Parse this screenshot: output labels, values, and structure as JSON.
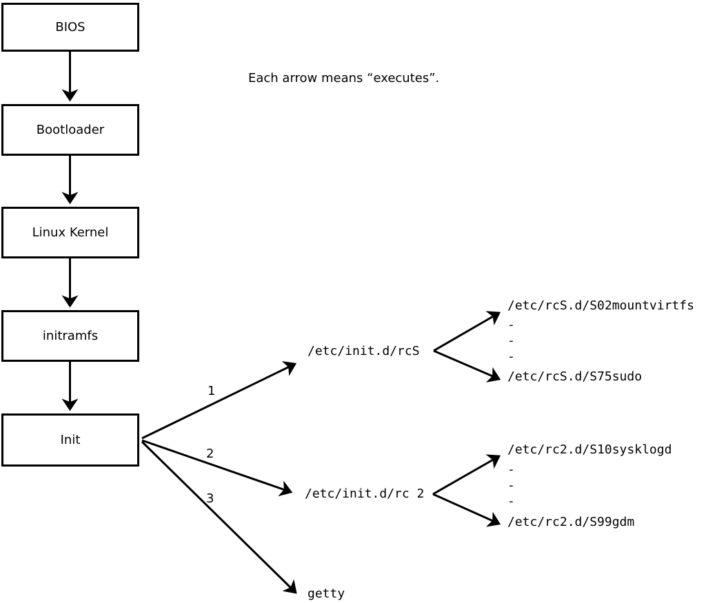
{
  "caption": "Each arrow means “executes”.",
  "colors": {
    "ink": "#000000",
    "paper": "#ffffff"
  },
  "nodes": [
    {
      "label": "BIOS"
    },
    {
      "label": "Bootloader"
    },
    {
      "label": "Linux Kernel"
    },
    {
      "label": "initramfs"
    },
    {
      "label": "Init"
    }
  ],
  "init_edges": [
    {
      "label": "1",
      "target": "/etc/init.d/rcS"
    },
    {
      "label": "2",
      "target": "/etc/init.d/rc 2"
    },
    {
      "label": "3",
      "target": "getty"
    }
  ],
  "rcs_fanout": {
    "first": "/etc/rcS.d/S02mountvirtfs",
    "ellipsis": [
      "-",
      "-",
      "-"
    ],
    "last": "/etc/rcS.d/S75sudo"
  },
  "rc2_fanout": {
    "first": "/etc/rc2.d/S10sysklogd",
    "ellipsis": [
      "-",
      "-",
      "-"
    ],
    "last": "/etc/rc2.d/S99gdm"
  }
}
